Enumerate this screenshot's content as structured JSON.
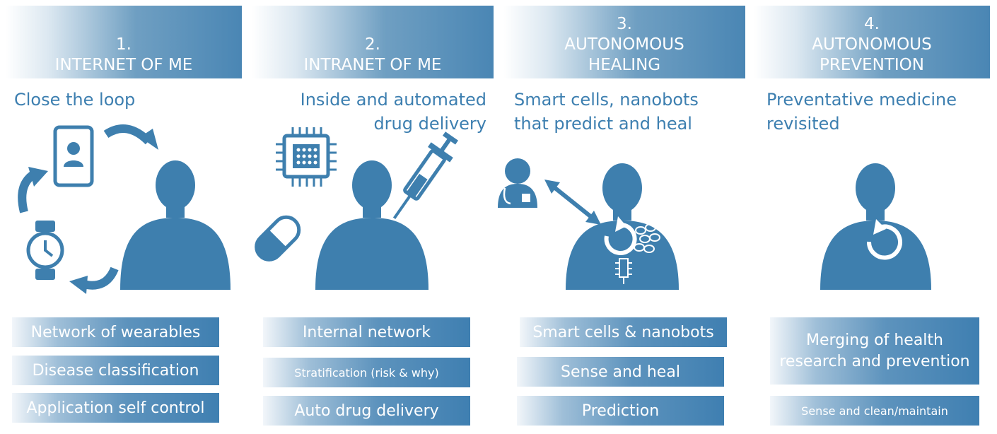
{
  "columns": [
    {
      "number": "1.",
      "title": "INTERNET OF ME",
      "subtitle": "Close the loop",
      "items": [
        "Network of wearables",
        "Disease classification",
        "Application self control"
      ]
    },
    {
      "number": "2.",
      "title": "INTRANET OF ME",
      "subtitle": "Inside and automated drug delivery",
      "items": [
        "Internal network",
        "Stratification (risk & why)",
        "Auto drug delivery"
      ]
    },
    {
      "number": "3.",
      "title": "AUTONOMOUS HEALING",
      "subtitle": "Smart cells, nanobots that predict and heal",
      "items": [
        "Smart cells & nanobots",
        "Sense and heal",
        "Prediction"
      ]
    },
    {
      "number": "4.",
      "title": "AUTONOMOUS PREVENTION",
      "subtitle": "Preventative medicine revisited",
      "items": [
        "Merging of health research and prevention",
        "Sense and clean/maintain"
      ]
    }
  ],
  "colors": {
    "primary": "#3e7fae",
    "header_dark": "#4a86b4",
    "text_blue": "#3d7fb0"
  }
}
